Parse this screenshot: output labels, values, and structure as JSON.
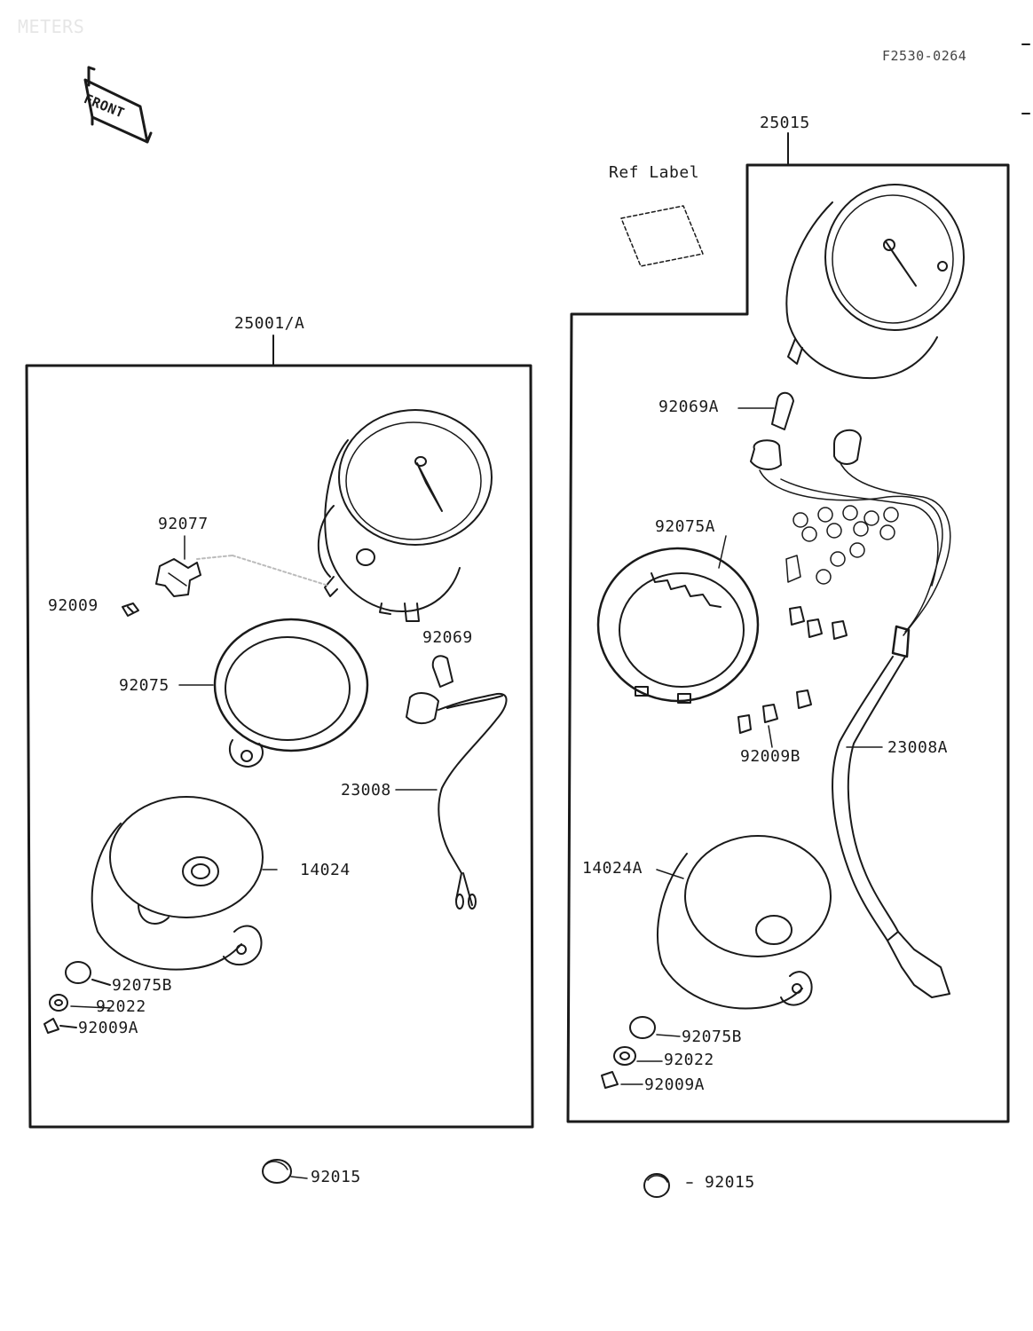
{
  "header": {
    "section_title": "METERS",
    "figure_code": "F2530-0264",
    "front_tag": "FRONT"
  },
  "left_assembly": {
    "kit_label": "25001/A",
    "parts": {
      "p92077": "92077",
      "p92009": "92009",
      "p92069": "92069",
      "p92075": "92075",
      "p23008": "23008",
      "p14024": "14024",
      "p92075b": "92075B",
      "p92022": "92022",
      "p92009a": "92009A"
    }
  },
  "right_assembly": {
    "kit_label": "25015",
    "ref_label": "Ref Label",
    "parts": {
      "p92069a": "92069A",
      "p92075a": "92075A",
      "p92009b": "92009B",
      "p23008a": "23008A",
      "p14024a": "14024A",
      "p92075b": "92075B",
      "p92022": "92022",
      "p92009a": "92009A"
    }
  },
  "loose_parts": {
    "left_92015": "92015",
    "right_92015": "92015"
  }
}
